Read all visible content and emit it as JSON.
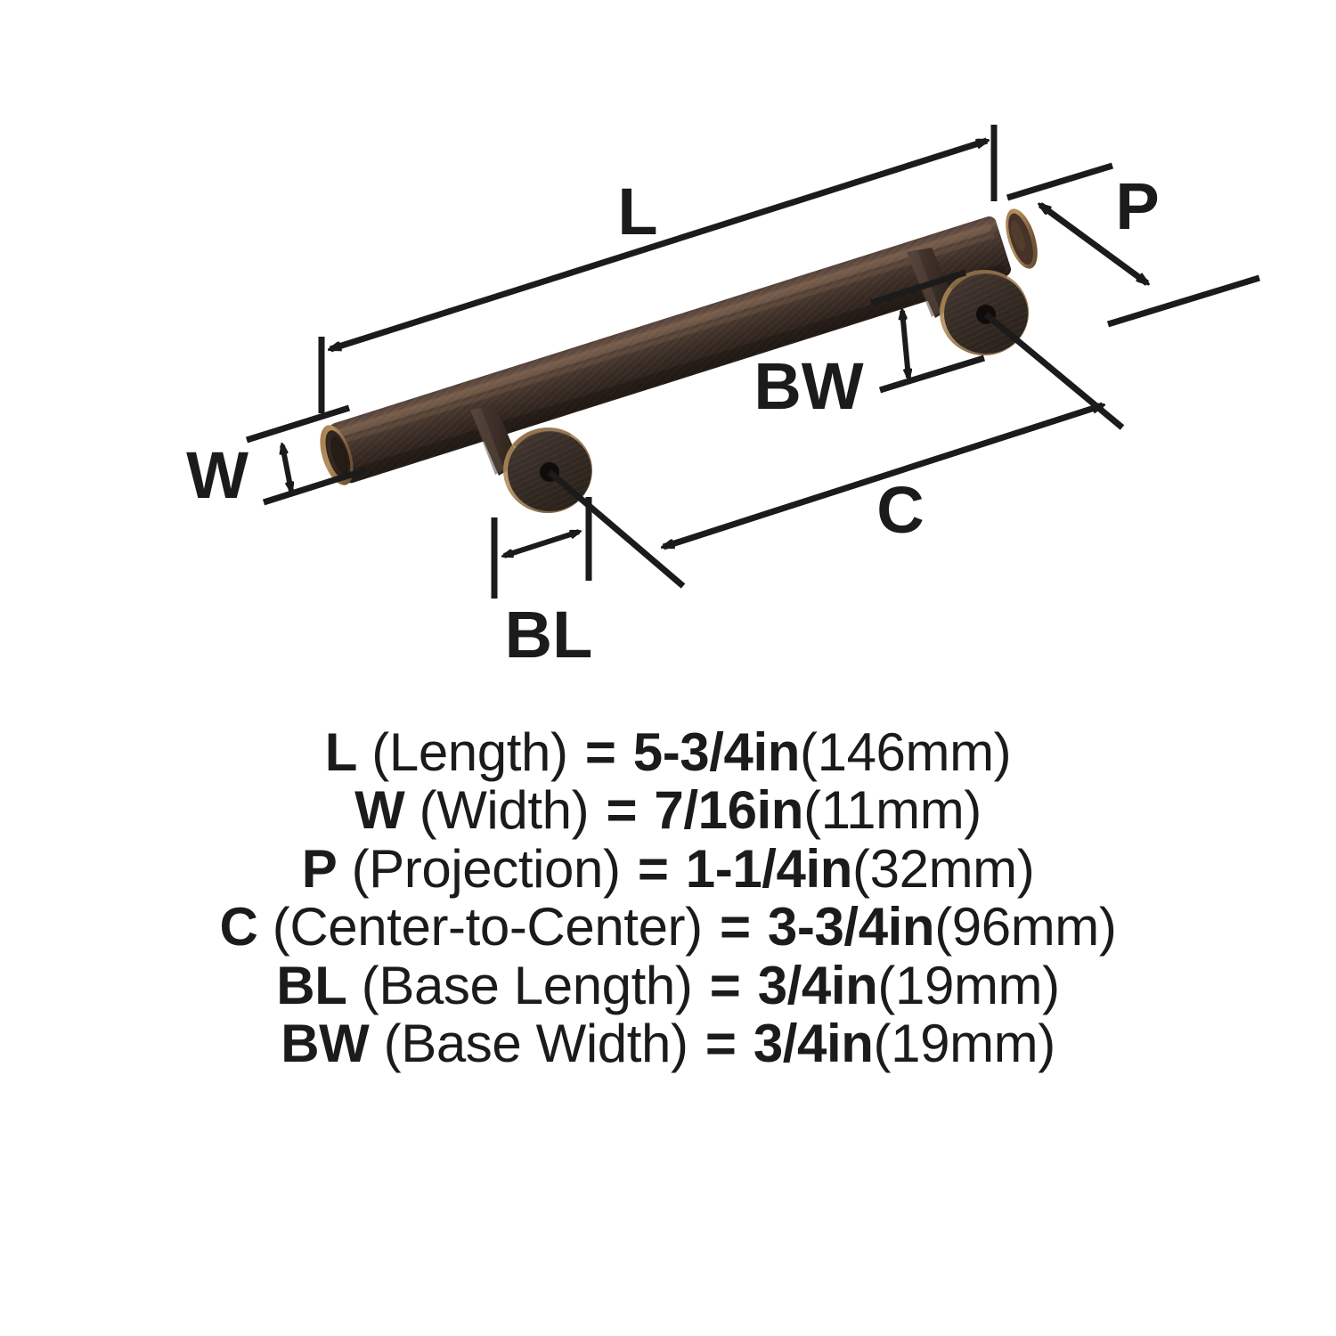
{
  "diagram": {
    "product": "cabinet bar pull",
    "finish_name": "oil-rubbed bronze",
    "colors": {
      "bar_dark": "#3a2c25",
      "bar_mid": "#4a392f",
      "bar_highlight": "#6b5344",
      "bar_shadow": "#241b16",
      "flange_dark": "#332a25",
      "flange_mid": "#3f342d",
      "rim_bronze": "#8a6742",
      "rim_bronze_light": "#b08a5c",
      "line": "#1b1b1b",
      "background": "#ffffff"
    },
    "labels": {
      "length": "L",
      "width": "W",
      "projection": "P",
      "center_to_center": "C",
      "base_length": "BL",
      "base_width": "BW"
    }
  },
  "specs": [
    {
      "symbol": "L",
      "name": "(Length)",
      "equals": "=",
      "value": "5-3/4in",
      "metric": "(146mm)"
    },
    {
      "symbol": "W",
      "name": "(Width)",
      "equals": "=",
      "value": "7/16in",
      "metric": "(11mm)"
    },
    {
      "symbol": "P",
      "name": "(Projection)",
      "equals": "=",
      "value": "1-1/4in",
      "metric": "(32mm)"
    },
    {
      "symbol": "C",
      "name": "(Center-to-Center)",
      "equals": "=",
      "value": "3-3/4in",
      "metric": "(96mm)"
    },
    {
      "symbol": "BL",
      "name": "(Base Length)",
      "equals": "=",
      "value": "3/4in",
      "metric": "(19mm)"
    },
    {
      "symbol": "BW",
      "name": "(Base Width)",
      "equals": "=",
      "value": "3/4in",
      "metric": "(19mm)"
    }
  ]
}
